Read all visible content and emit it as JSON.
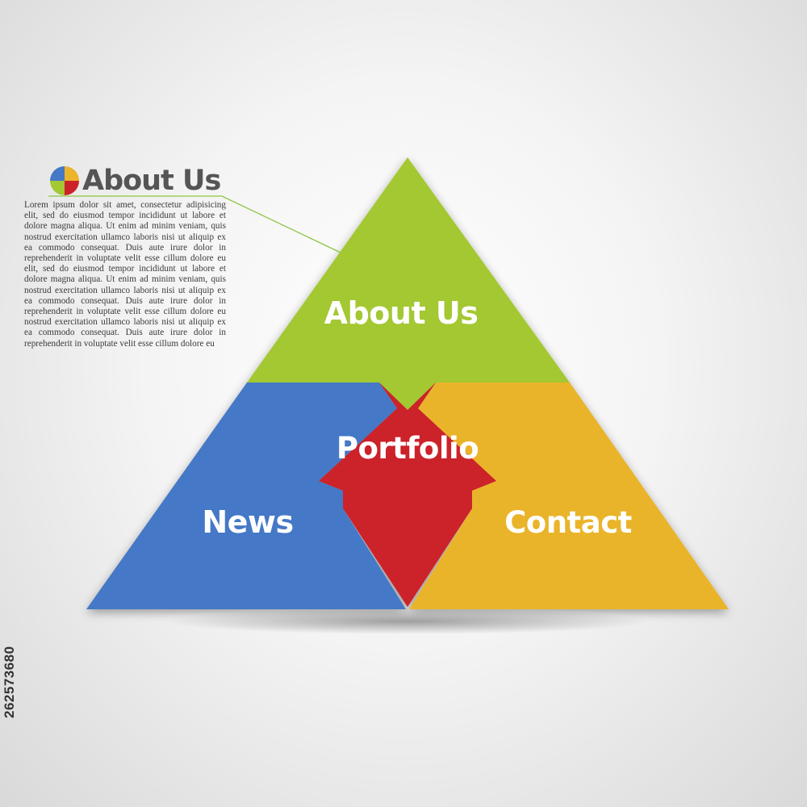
{
  "header": {
    "title": "About Us",
    "body": "Lorem ipsum dolor sit amet, consectetur adipisicing elit, sed do eiusmod tempor incididunt ut labore et dolore magna aliqua. Ut enim ad minim veniam, quis nostrud exercitation ullamco laboris nisi ut aliquip ex ea commodo consequat. Duis aute irure dolor in reprehenderit in voluptate velit esse cillum dolore eu elit, sed do eiusmod tempor incididunt ut labore et dolore magna aliqua. Ut enim ad minim veniam, quis nostrud exercitation ullamco laboris nisi ut aliquip ex ea commodo consequat. Duis aute irure dolor in reprehenderit in voluptate velit esse cillum dolore eu nostrud exercitation ullamco laboris nisi ut aliquip ex ea commodo consequat. Duis aute irure dolor in reprehenderit in voluptate velit esse cillum dolore eu",
    "logo_icon": "segmented-circle-logo"
  },
  "segments": [
    {
      "id": "top",
      "label": "About Us",
      "color": "#a3c832"
    },
    {
      "id": "center",
      "label": "Portfolio",
      "color": "#cc2229"
    },
    {
      "id": "left",
      "label": "News",
      "color": "#4578c6"
    },
    {
      "id": "right",
      "label": "Contact",
      "color": "#eab42b"
    }
  ],
  "connector_color": "#8dc63f",
  "stock_id": "262573680"
}
